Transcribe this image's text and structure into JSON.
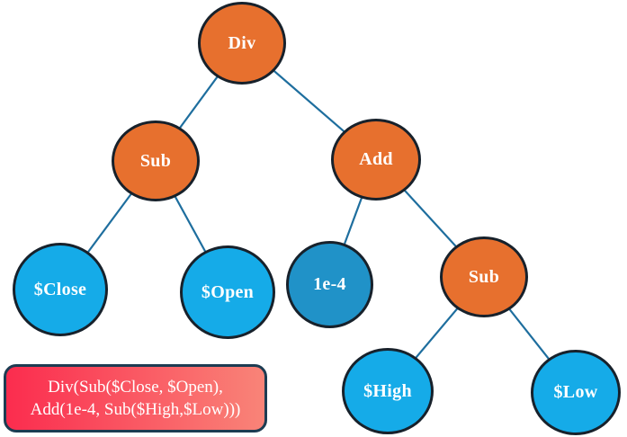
{
  "diagram": {
    "type": "expression-tree",
    "nodes": [
      {
        "id": "div",
        "label": "Div",
        "fill": "#E7702E"
      },
      {
        "id": "sub-left",
        "label": "Sub",
        "fill": "#E7702E"
      },
      {
        "id": "add",
        "label": "Add",
        "fill": "#E7702E"
      },
      {
        "id": "close",
        "label": "$Close",
        "fill": "#15ABE8"
      },
      {
        "id": "open",
        "label": "$Open",
        "fill": "#15ABE8"
      },
      {
        "id": "const-1e4",
        "label": "1e-4",
        "fill": "#2092C8"
      },
      {
        "id": "sub-right",
        "label": "Sub",
        "fill": "#E7702E"
      },
      {
        "id": "high",
        "label": "$High",
        "fill": "#15ABE8"
      },
      {
        "id": "low",
        "label": "$Low",
        "fill": "#15ABE8"
      }
    ],
    "edges": [
      [
        "div",
        "sub-left"
      ],
      [
        "div",
        "add"
      ],
      [
        "sub-left",
        "close"
      ],
      [
        "sub-left",
        "open"
      ],
      [
        "add",
        "const-1e4"
      ],
      [
        "add",
        "sub-right"
      ],
      [
        "sub-right",
        "high"
      ],
      [
        "sub-right",
        "low"
      ]
    ],
    "formula_box": {
      "line1": "Div(Sub($Close, $Open),",
      "line2": "Add(1e-4, Sub($High,$Low)))"
    },
    "colors": {
      "operator_fill": "#E7702E",
      "feature_fill": "#15ABE8",
      "constant_fill": "#2092C8",
      "node_border": "#17212B",
      "edge_line": "#1E6E9E",
      "box_border": "#1D3C52",
      "box_gradient_left": "#FB2C4E",
      "box_gradient_right": "#F98478",
      "background": "#FFFFFF"
    }
  }
}
